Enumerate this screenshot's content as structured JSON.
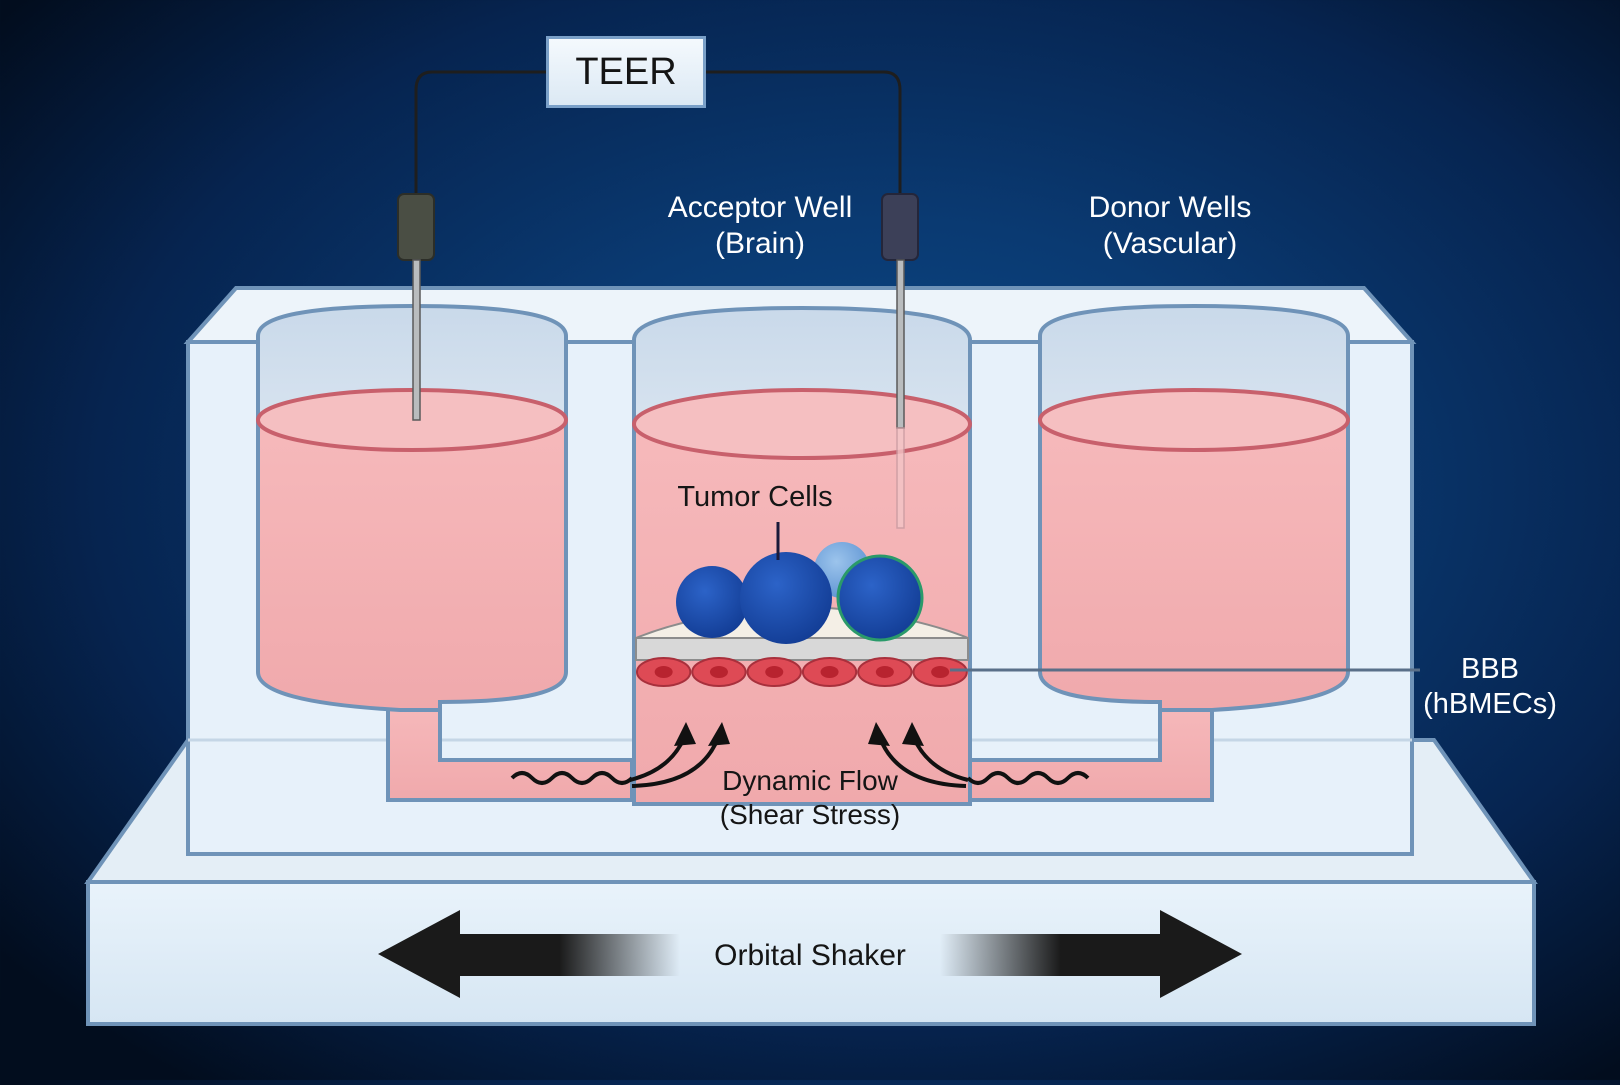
{
  "diagram": {
    "title": "Dynamic BBB-on-chip permeability model",
    "meter": {
      "label": "TEER"
    },
    "labels": {
      "acceptor_well": "Acceptor Well",
      "acceptor_sub": "(Brain)",
      "donor_wells": "Donor Wells",
      "donor_sub": "(Vascular)",
      "tumor_cells": "Tumor Cells",
      "bbb": "BBB",
      "bbb_sub": "(hBMECs)",
      "flow": "Dynamic Flow",
      "flow_sub": "(Shear Stress)",
      "shaker": "Orbital Shaker"
    },
    "wells": [
      {
        "id": "left-well",
        "role": "donor",
        "has_electrode": true
      },
      {
        "id": "center-well",
        "role": "acceptor",
        "has_electrode": true,
        "contains": [
          "tumor cells",
          "hBMEC monolayer"
        ]
      },
      {
        "id": "right-well",
        "role": "donor",
        "has_electrode": false
      }
    ],
    "colors": {
      "background": "#0a3a72",
      "device": "#e6f1fa",
      "device_edge": "#6f93b8",
      "medium": "#f2aeb0",
      "medium_edge": "#c8606c",
      "tumor": "#1f4fb0",
      "endothelial": "#de4a55",
      "arrow": "#111111"
    }
  }
}
